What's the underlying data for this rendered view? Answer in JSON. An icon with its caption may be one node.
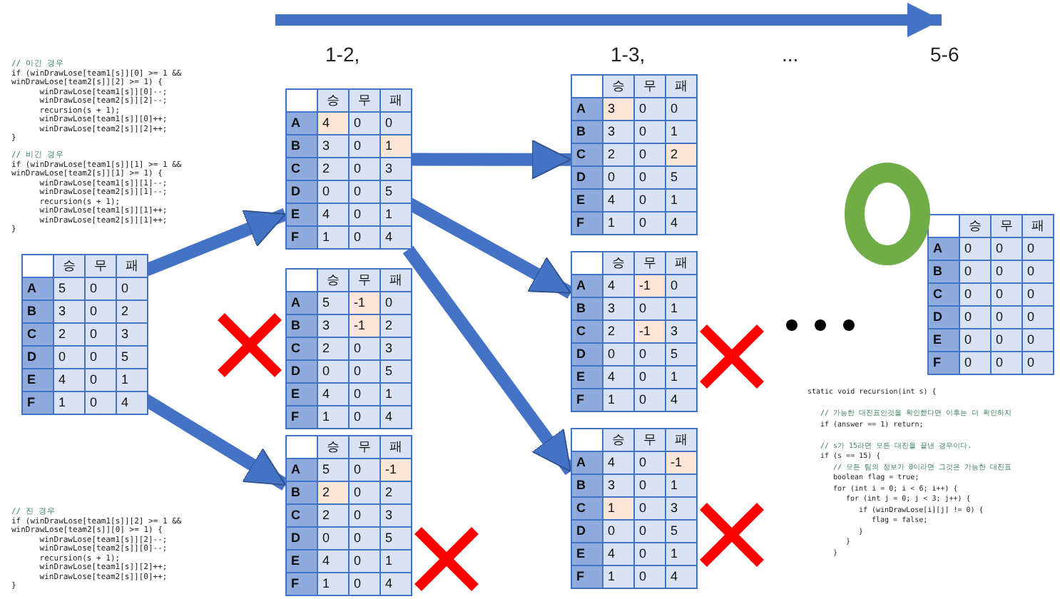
{
  "diagram": {
    "nodes": [
      {
        "text": [
          "승",
          "무",
          "패",
          "A",
          "5",
          "0",
          "0",
          "B",
          "3",
          "0",
          "2",
          "C",
          "2",
          "0",
          "3",
          "D",
          "0",
          "0",
          "5",
          "E",
          "4",
          "0",
          "1",
          "F",
          "1",
          "0",
          "4"
        ]
      },
      {
        "text": [
          "승",
          "무",
          "패",
          "A",
          "4",
          "0",
          "0",
          "B",
          "3",
          "0",
          "1",
          "C",
          "2",
          "0",
          "3",
          "D",
          "0",
          "0",
          "5",
          "E",
          "4",
          "0",
          "1",
          "F",
          "1",
          "0",
          "4"
        ]
      },
      {
        "text": [
          "승",
          "무",
          "패",
          "A",
          "5",
          "-1",
          "0",
          "B",
          "3",
          "-1",
          "2",
          "C",
          "2",
          "0",
          "3",
          "D",
          "0",
          "0",
          "5",
          "E",
          "4",
          "0",
          "1",
          "F",
          "1",
          "0",
          "4"
        ]
      },
      {
        "text": [
          "승",
          "무",
          "패",
          "A",
          "5",
          "0",
          "-1",
          "B",
          "2",
          "0",
          "2",
          "C",
          "2",
          "0",
          "3",
          "D",
          "0",
          "0",
          "5",
          "E",
          "4",
          "0",
          "1",
          "F",
          "1",
          "0",
          "4"
        ]
      },
      {
        "text": [
          "승",
          "무",
          "패",
          "A",
          "3",
          "0",
          "0",
          "B",
          "3",
          "0",
          "1",
          "C",
          "2",
          "0",
          "2",
          "D",
          "0",
          "0",
          "5",
          "E",
          "4",
          "0",
          "1",
          "F",
          "1",
          "0",
          "4"
        ]
      },
      {
        "text": [
          "승",
          "무",
          "패",
          "A",
          "4",
          "-1",
          "0",
          "B",
          "3",
          "0",
          "1",
          "C",
          "2",
          "-1",
          "3",
          "D",
          "0",
          "0",
          "5",
          "E",
          "4",
          "0",
          "1",
          "F",
          "1",
          "0",
          "4"
        ]
      },
      {
        "text": [
          "승",
          "무",
          "패",
          "A",
          "4",
          "0",
          "-1",
          "B",
          "3",
          "0",
          "1",
          "C",
          "1",
          "0",
          "3",
          "D",
          "0",
          "0",
          "5",
          "E",
          "4",
          "0",
          "1",
          "F",
          "1",
          "0",
          "4"
        ]
      },
      {
        "text": [],
        "shape": "circle"
      },
      {
        "text": [
          "승",
          "무",
          "패",
          "A",
          "0",
          "0",
          "0",
          "B",
          "0",
          "0",
          "0",
          "C",
          "0",
          "0",
          "0",
          "D",
          "0",
          "0",
          "0",
          "E",
          "0",
          "0",
          "0",
          "F",
          "0",
          "0",
          "0"
        ]
      }
    ],
    "edges": [
      {
        "from": 0,
        "to": 1,
        "arrow": "to"
      },
      {
        "from": 0,
        "to": 3,
        "arrow": "to"
      },
      {
        "from": 1,
        "to": 4,
        "arrow": "to"
      },
      {
        "from": 1,
        "to": 5,
        "arrow": "to"
      },
      {
        "from": 1,
        "to": 6,
        "arrow": "to"
      }
    ],
    "labels": [
      "1-2,",
      "1-3,",
      "...",
      "5-6",
      "// 이긴 경우",
      "if (winDrawLose[team1[s]][0] >= 1 && winDrawLose[team2[s]][2] >= 1) {",
      "winDrawLose[team1[s]][0]--;",
      "winDrawLose[team2[s]][2]--;",
      "recursion(s + 1);",
      "winDrawLose[team1[s]][0]++;",
      "winDrawLose[team2[s]][2]++;",
      "}",
      "// 비긴 경우",
      "if (winDrawLose[team1[s]][1] >= 1 && winDrawLose[team2[s]][1] >= 1) {",
      "winDrawLose[team1[s]][1]--;",
      "winDrawLose[team2[s]][1]--;",
      "recursion(s + 1);",
      "winDrawLose[team1[s]][1]++;",
      "winDrawLose[team2[s]][1]++;",
      "}",
      "// 진 경우",
      "if (winDrawLose[team1[s]][2] >= 1 && winDrawLose[team2[s]][0] >= 1) {",
      "winDrawLose[team1[s]][2]--;",
      "winDrawLose[team2[s]][0]--;",
      "recursion(s + 1);",
      "winDrawLose[team1[s]][2]++;",
      "winDrawLose[team2[s]][0]++;",
      "}",
      "static void recursion(int s) {",
      "// 가능한 대진표인것을 확인했다면 이후는 더 확인하지",
      "if (answer == 1) return;",
      "// s가 15라면 모든 대진을 끝낸 경우이다.",
      "if (s == 15) {",
      "// 모든 팀의 정보가 0이라면 그것은 가능한 대진표",
      "boolean flag = true;",
      "for (int i = 0; i < 6; i++) {",
      "for (int j = 0; j < 3; j++) {",
      "if (winDrawLose[i][j] != 0) {",
      "flag = false;",
      "}",
      "}",
      "}"
    ]
  }
}
